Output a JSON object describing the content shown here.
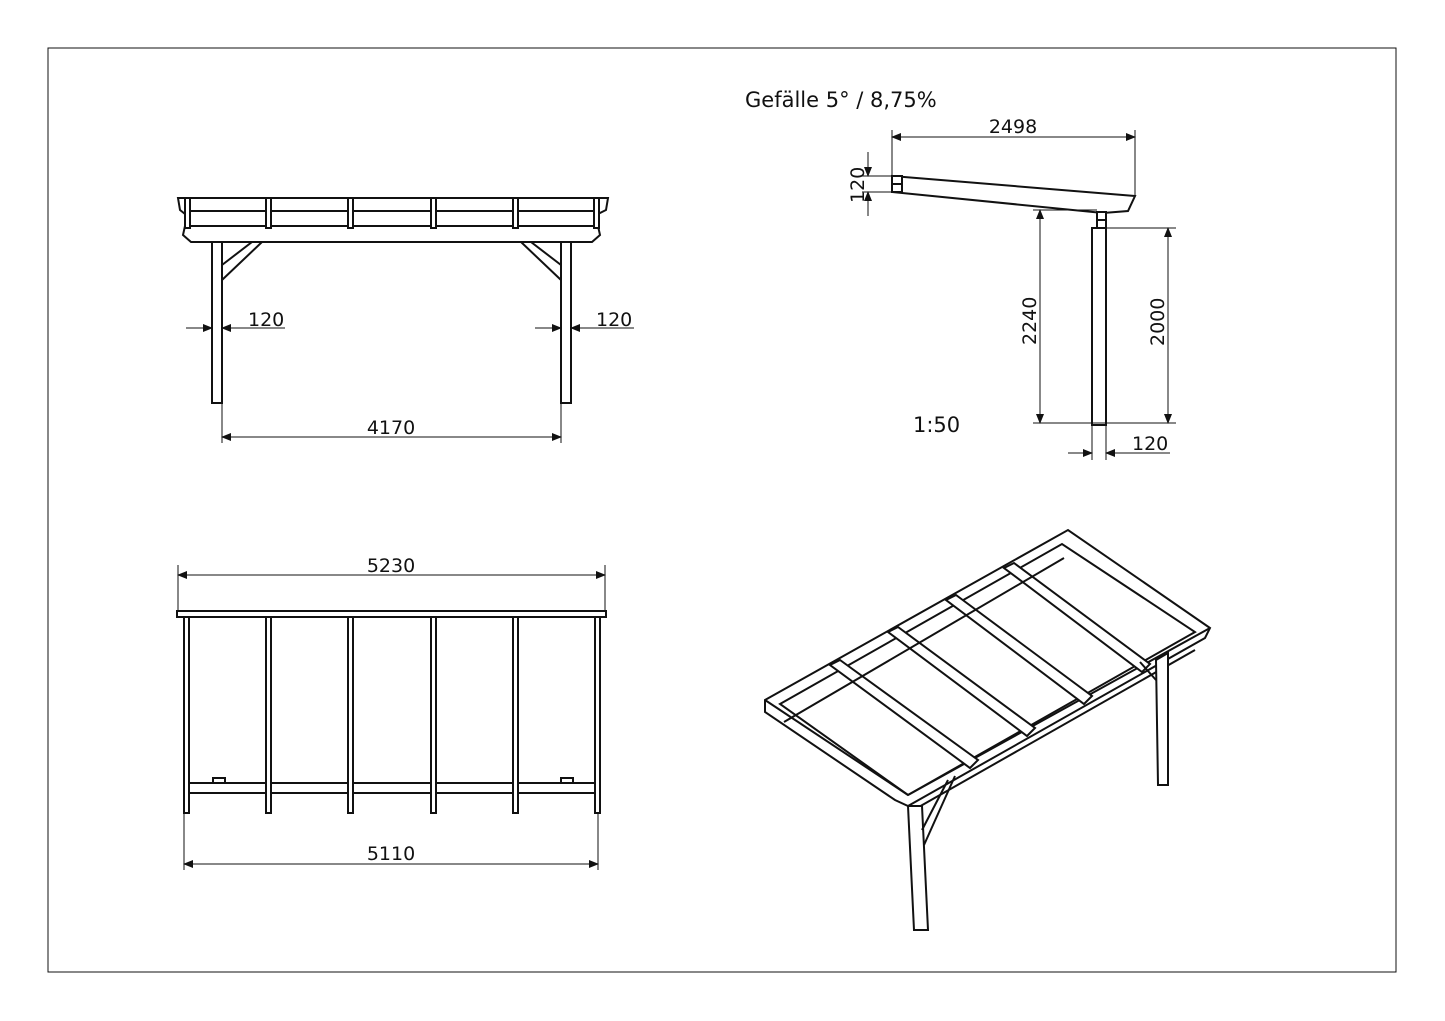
{
  "front_view": {
    "dim_left_post": "120",
    "dim_right_post": "120",
    "dim_span": "4170"
  },
  "side_view": {
    "slope_label": "Gefälle 5° / 8,75%",
    "dim_depth": "2498",
    "dim_rafter_height": "120",
    "dim_height_high": "2240",
    "dim_height_low": "2000",
    "dim_post": "120",
    "scale": "1:50"
  },
  "top_view": {
    "dim_total_width": "5230",
    "dim_post_span": "5110"
  }
}
